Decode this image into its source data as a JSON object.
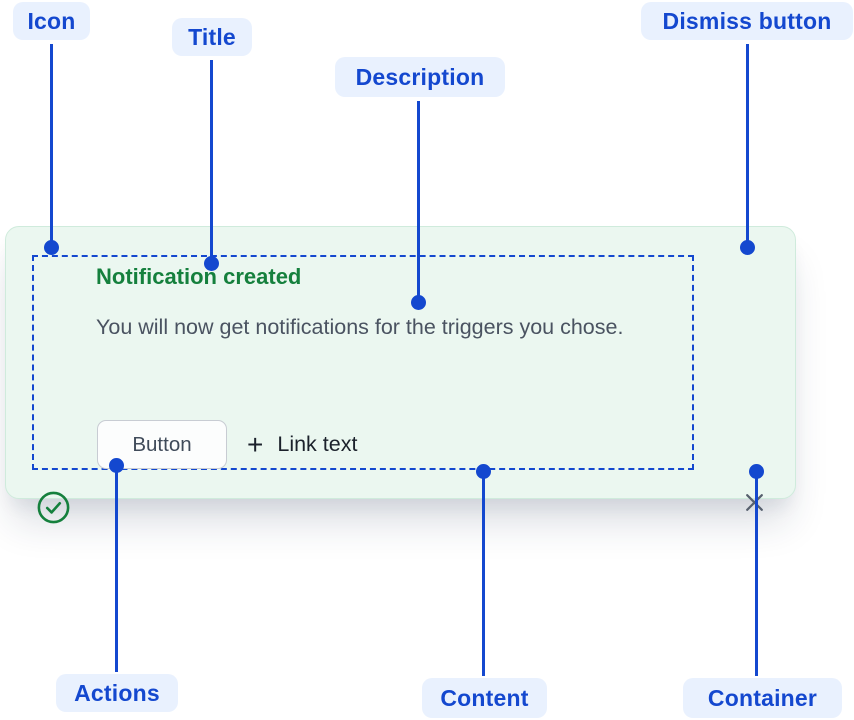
{
  "annotations": {
    "icon": {
      "label": "Icon"
    },
    "title": {
      "label": "Title"
    },
    "description": {
      "label": "Description"
    },
    "dismiss": {
      "label": "Dismiss button"
    },
    "actions": {
      "label": "Actions"
    },
    "content": {
      "label": "Content"
    },
    "container": {
      "label": "Container"
    }
  },
  "flag": {
    "title": "Notification created",
    "description": "You will now get notifications for the triggers you chose.",
    "button_label": "Button",
    "link_plus": "+",
    "link_label": "Link text"
  },
  "colors": {
    "annotation_blue": "#1448CF",
    "annotation_pill_bg": "#E9F1FE",
    "success_green": "#15803D",
    "card_bg": "#EBF7F0",
    "card_border": "#CFEBDC",
    "description_text": "#4A5361",
    "dismiss_gray": "#57606E"
  }
}
